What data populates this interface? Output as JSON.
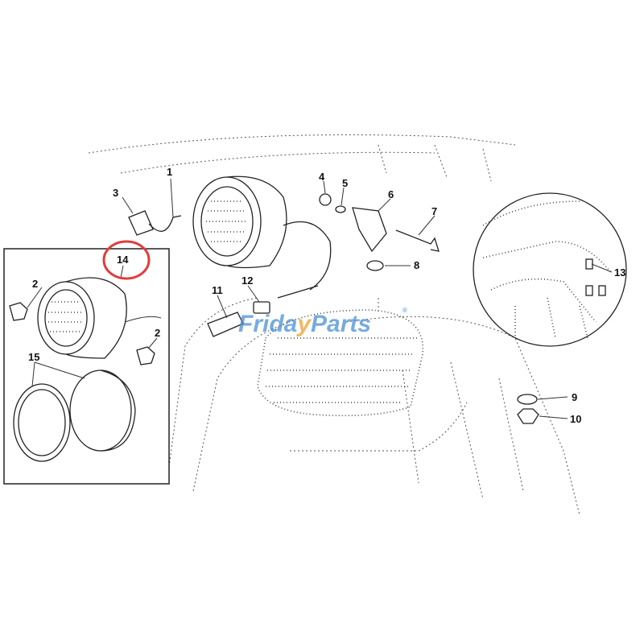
{
  "diagram": {
    "callouts": [
      {
        "id": "1",
        "label": "1"
      },
      {
        "id": "2a",
        "label": "2"
      },
      {
        "id": "2b",
        "label": "2"
      },
      {
        "id": "3",
        "label": "3"
      },
      {
        "id": "4",
        "label": "4"
      },
      {
        "id": "5",
        "label": "5"
      },
      {
        "id": "6",
        "label": "6"
      },
      {
        "id": "7",
        "label": "7"
      },
      {
        "id": "8",
        "label": "8"
      },
      {
        "id": "9",
        "label": "9"
      },
      {
        "id": "10",
        "label": "10"
      },
      {
        "id": "11",
        "label": "11"
      },
      {
        "id": "12",
        "label": "12"
      },
      {
        "id": "13",
        "label": "13"
      },
      {
        "id": "14",
        "label": "14"
      },
      {
        "id": "15",
        "label": "15"
      }
    ],
    "highlight_color": "#e23b3b",
    "highlighted_callout": "14"
  },
  "watermark": {
    "text": "FridayParts",
    "mark": "®",
    "color": "#4a8fd6",
    "accent": "#f0a030"
  }
}
